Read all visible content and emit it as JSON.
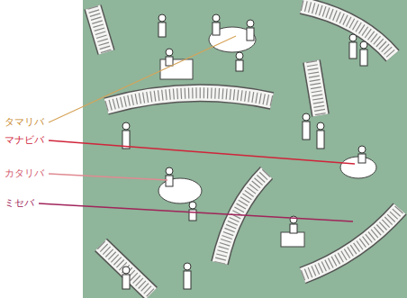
{
  "diagram": {
    "labels": [
      "タマリバ",
      "マナビバ",
      "カタリバ",
      "ミセバ"
    ]
  }
}
